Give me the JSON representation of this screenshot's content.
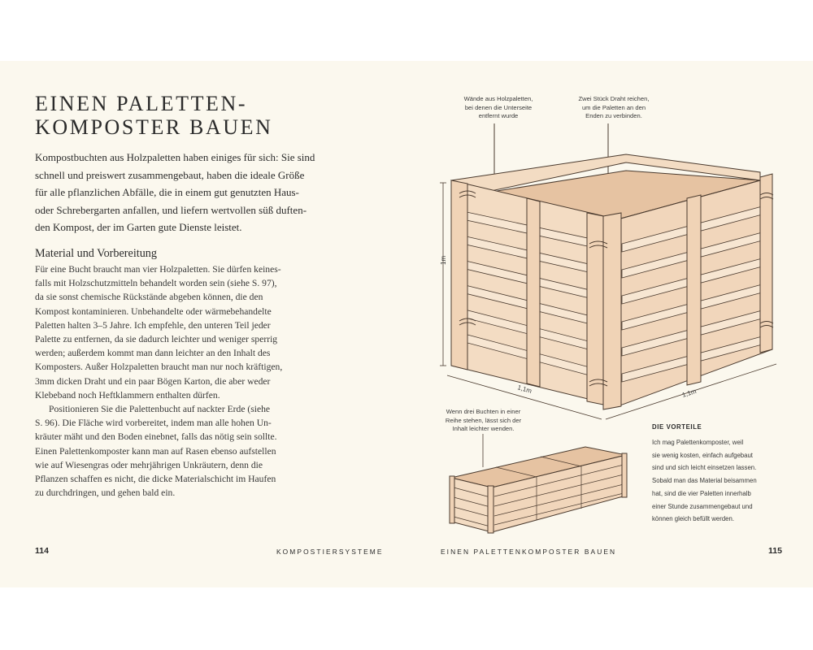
{
  "left_page": {
    "title_lines": [
      "EINEN PALETTEN-",
      "KOMPOSTER BAUEN"
    ],
    "intro_lines": [
      "Kompostbuchten aus Holzpaletten haben einiges für sich: Sie sind",
      "schnell und preiswert zusammengebaut, haben die ideale Größe",
      "für alle pflanzlichen Abfälle, die in einem gut genutzten Haus-",
      "oder Schrebergarten anfallen, und liefern wertvollen süß duften-",
      "den Kompost, der im Garten gute Dienste leistet."
    ],
    "subheading": "Material und Vorbereitung",
    "body_lines": [
      "Für eine Bucht braucht man vier Holzpaletten. Sie dürfen keines-",
      "falls mit Holzschutzmitteln behandelt worden sein (siehe S. 97),",
      "da sie sonst chemische Rückstände abgeben können, die den",
      "Kompost kontaminieren. Unbehandelte oder wärmebehandelte",
      "Paletten halten 3–5 Jahre. Ich empfehle, den unteren Teil jeder",
      "Palette zu entfernen, da sie dadurch leichter und weniger sperrig",
      "werden; außerdem kommt man dann leichter an den Inhalt des",
      "Komposters. Außer Holzpaletten braucht man nur noch kräftigen,",
      "3mm dicken Draht und ein paar Bögen Karton, die aber weder",
      "Klebeband noch Heftklammern enthalten dürfen.",
      "Positionieren Sie die Palettenbucht auf nackter Erde (siehe",
      "S. 96). Die Fläche wird vorbereitet, indem man alle hohen Un-",
      "kräuter mäht und den Boden einebnet, falls das nötig sein sollte.",
      "Einen Palettenkomposter kann man auf Rasen ebenso aufstellen",
      "wie auf Wiesengras oder mehrjährigen Unkräutern, denn die",
      "Pflanzen schaffen es nicht, die dicke Materialschicht im Haufen",
      "zu durchdringen, und gehen bald ein."
    ],
    "page_number": "114",
    "running_head": "KOMPOSTIERSYSTEME"
  },
  "right_page": {
    "caption_walls": [
      "Wände aus Holzpaletten,",
      "bei denen die Unterseite",
      "entfernt wurde"
    ],
    "caption_wire": [
      "Zwei Stück Draht reichen,",
      "um die Paletten an den",
      "Enden zu verbinden."
    ],
    "dim_height": "1m",
    "dim_width_left": "1,1m",
    "dim_width_right": "1,1m",
    "caption_row": [
      "Wenn drei Buchten in einer",
      "Reihe stehen, lässt sich der",
      "Inhalt leichter wenden."
    ],
    "vorteile_heading": "DIE VORTEILE",
    "vorteile_lines": [
      "Ich mag Palettenkomposter, weil",
      "sie wenig kosten, einfach aufgebaut",
      "sind und sich leicht einsetzen lassen.",
      "Sobald man das Material beisammen",
      "hat, sind die vier Paletten innerhalb",
      "einer Stunde zusammengebaut und",
      "können gleich befüllt werden."
    ],
    "running_head": "EINEN PALETTENKOMPOSTER BAUEN",
    "page_number": "115"
  },
  "colors": {
    "page": "#fbf8ee",
    "text": "#2b2b2b",
    "wood": "#f3dcc3",
    "wood_shade": "#e6c3a2",
    "outline": "#4a3a2e"
  }
}
